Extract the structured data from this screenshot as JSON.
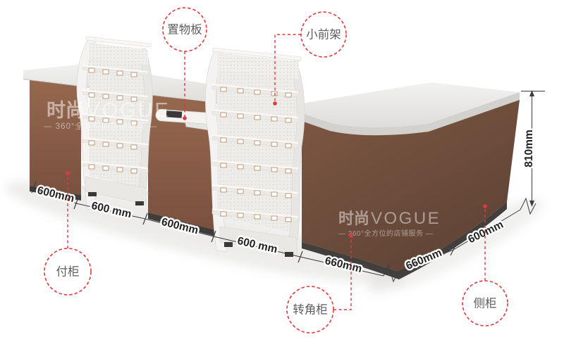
{
  "product": {
    "callouts": [
      {
        "id": "shelf-board",
        "label": "置物板"
      },
      {
        "id": "small-front-rack",
        "label": "小前架"
      },
      {
        "id": "pay-cabinet",
        "label": "付柜"
      },
      {
        "id": "corner-cabinet",
        "label": "转角柜"
      },
      {
        "id": "side-cabinet",
        "label": "侧柜"
      }
    ],
    "dimensions": {
      "front_run": [
        "600mm",
        "600 mm",
        "600mm",
        "600 mm",
        "660mm"
      ],
      "side_run": [
        "660mm",
        "600mm"
      ],
      "height": "810mm"
    },
    "watermark": {
      "brand_cn": "时尚",
      "brand_en": "VOGUE",
      "tagline": "— 360°全方位的店铺服务 —"
    },
    "colors": {
      "cabinet_brown": "#8a5c44",
      "corner_brown": "#6f4d3b",
      "countertop": "#e9e9e7",
      "annotation_red": "#e0393f",
      "dimension_text": "#232323",
      "callout_text": "#5d5d5d"
    }
  }
}
